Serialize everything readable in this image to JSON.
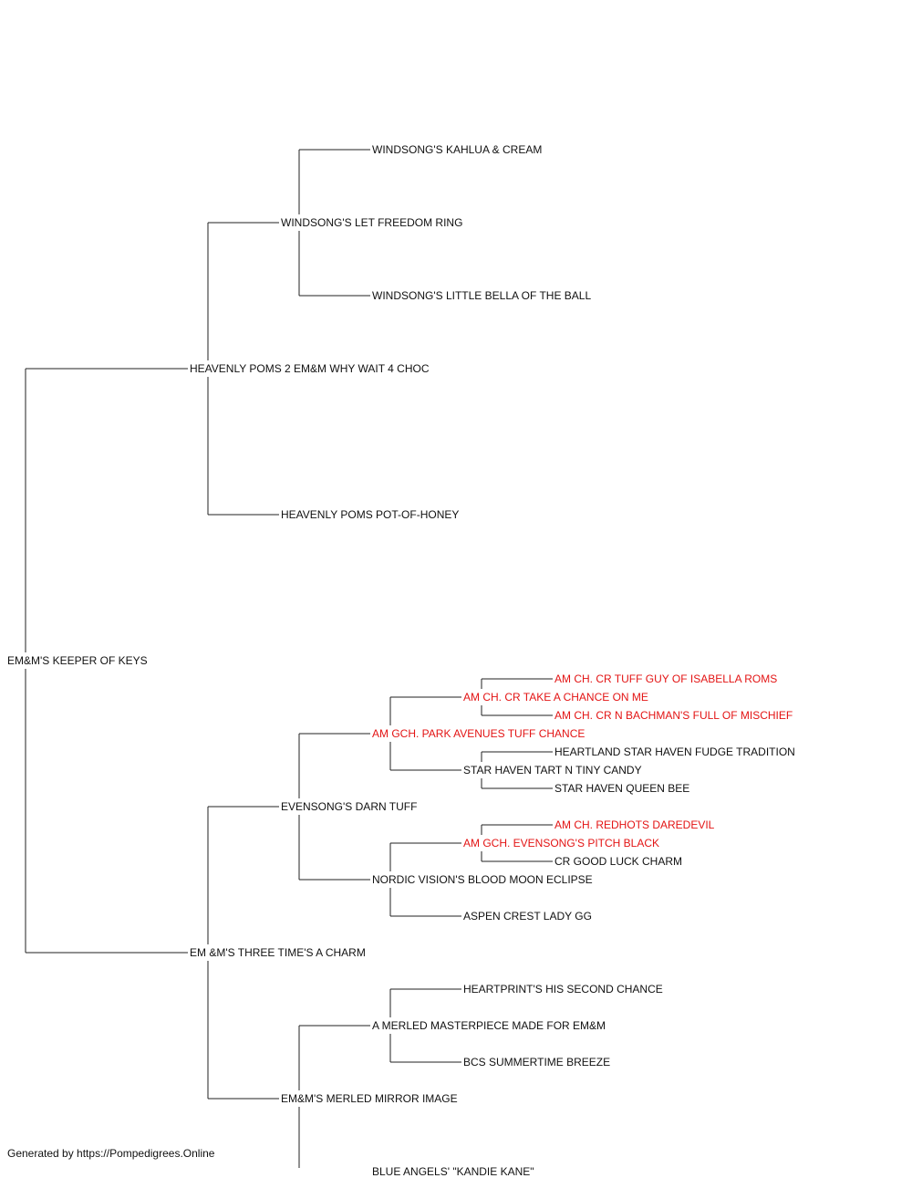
{
  "colors": {
    "champion": "#e31414",
    "regular": "#111111",
    "line": "#222222"
  },
  "pedigree": {
    "name": "EM&M'S KEEPER OF KEYS",
    "parents": [
      {
        "name": "HEAVENLY POMS 2 EM&M WHY WAIT 4 CHOC",
        "parents": [
          {
            "name": "WINDSONG'S LET FREEDOM RING",
            "parents": [
              {
                "name": "WINDSONG'S KAHLUA & CREAM"
              },
              {
                "name": "WINDSONG'S LITTLE BELLA OF THE BALL"
              }
            ]
          },
          {
            "name": "HEAVENLY POMS POT-OF-HONEY"
          }
        ]
      },
      {
        "name": "EM &M'S THREE TIME'S A CHARM",
        "parents": [
          {
            "name": "EVENSONG'S DARN TUFF",
            "parents": [
              {
                "name": "AM GCH. PARK AVENUES TUFF CHANCE",
                "champion": true,
                "parents": [
                  {
                    "name": "AM CH. CR TAKE A CHANCE ON ME",
                    "champion": true,
                    "parents": [
                      {
                        "name": "AM CH. CR TUFF GUY OF ISABELLA ROMS",
                        "champion": true
                      },
                      {
                        "name": "AM CH. CR N BACHMAN'S FULL OF MISCHIEF",
                        "champion": true
                      }
                    ]
                  },
                  {
                    "name": "STAR HAVEN TART N TINY CANDY",
                    "parents": [
                      {
                        "name": "HEARTLAND STAR HAVEN FUDGE TRADITION"
                      },
                      {
                        "name": "STAR HAVEN QUEEN BEE"
                      }
                    ]
                  }
                ]
              },
              {
                "name": "NORDIC VISION'S BLOOD MOON ECLIPSE",
                "parents": [
                  {
                    "name": "AM GCH. EVENSONG'S PITCH BLACK",
                    "champion": true,
                    "parents": [
                      {
                        "name": "AM CH. REDHOTS DAREDEVIL",
                        "champion": true
                      },
                      {
                        "name": "CR GOOD LUCK CHARM"
                      }
                    ]
                  },
                  {
                    "name": "ASPEN CREST LADY GG"
                  }
                ]
              }
            ]
          },
          {
            "name": "EM&M'S MERLED MIRROR IMAGE",
            "parents": [
              {
                "name": "A MERLED MASTERPIECE MADE FOR EM&M",
                "parents": [
                  {
                    "name": "HEARTPRINT'S HIS SECOND CHANCE"
                  },
                  {
                    "name": "BCS SUMMERTIME BREEZE"
                  }
                ]
              },
              {
                "name": "BLUE ANGELS' \"KANDIE KANE\""
              }
            ]
          }
        ]
      }
    ]
  },
  "footer": {
    "text": "Generated by https://Pompedigrees.Online"
  }
}
